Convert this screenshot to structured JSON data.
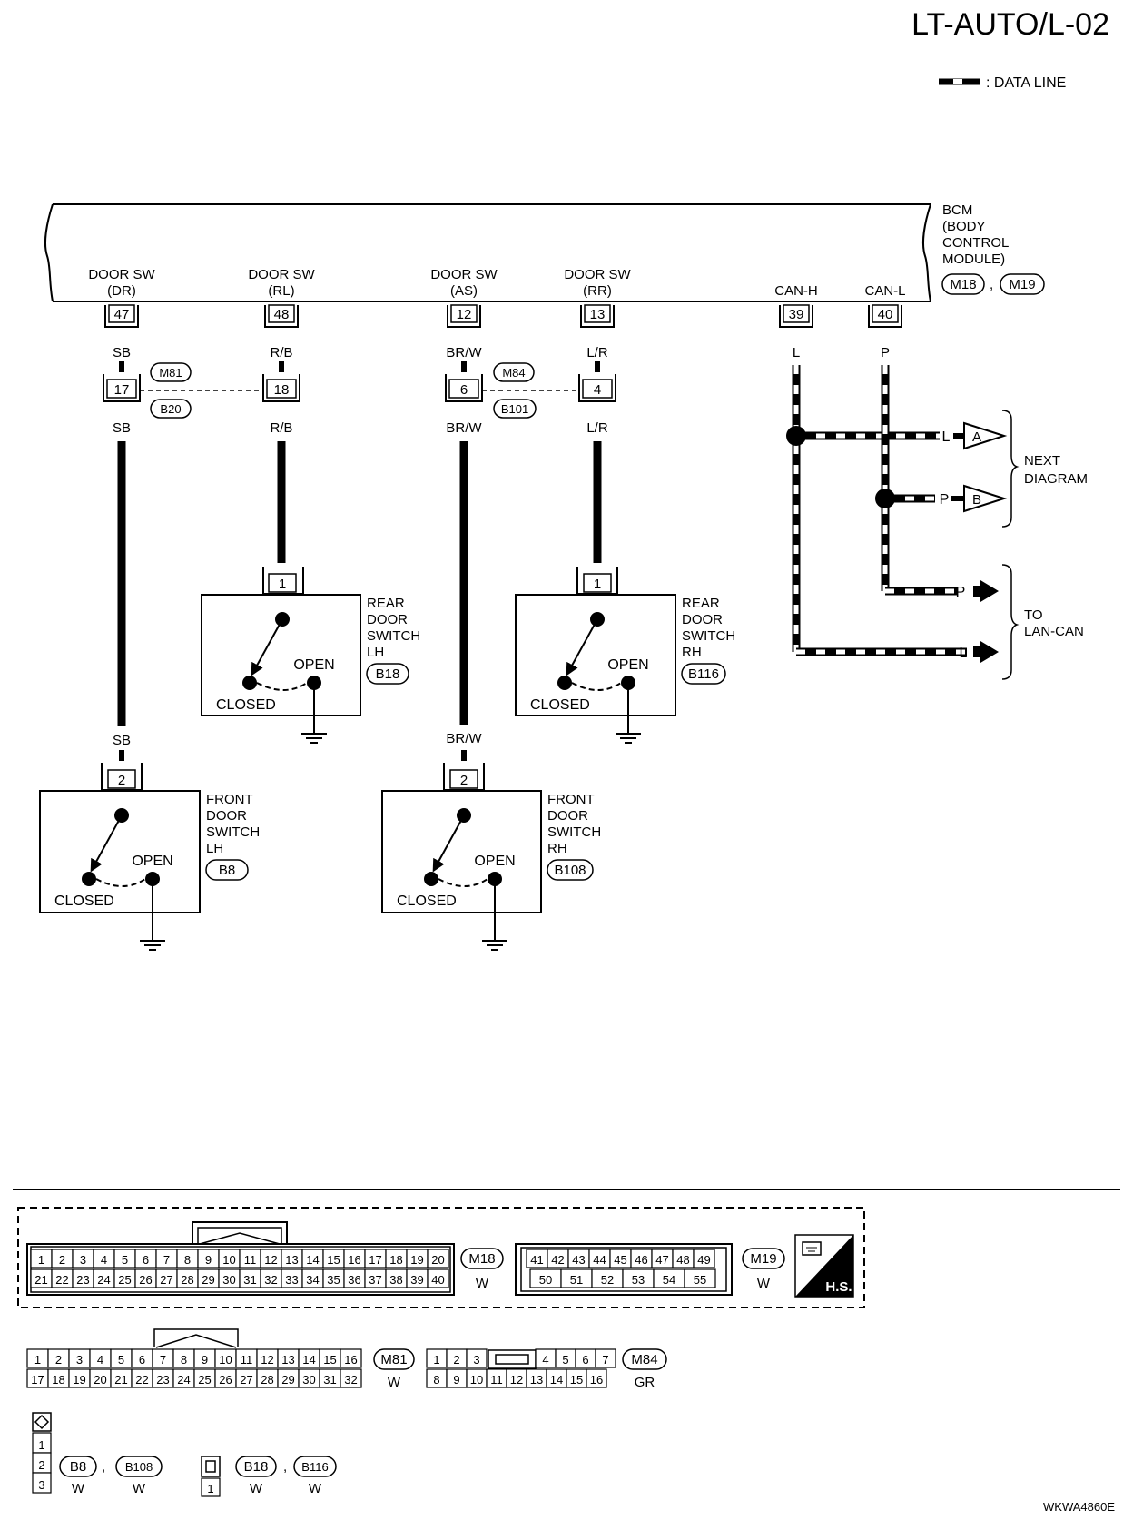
{
  "header": {
    "page_code": "LT-AUTO/L-02",
    "data_line_legend": ": DATA LINE"
  },
  "bcm": {
    "line1": "BCM",
    "line2": "(BODY",
    "line3": "CONTROL",
    "line4": "MODULE)",
    "conn_a": "M18",
    "conn_b": "M19",
    "comma": ","
  },
  "terminals": {
    "dr": {
      "label1": "DOOR SW",
      "label2": "(DR)",
      "pin": "47",
      "wire": "SB"
    },
    "rl": {
      "label1": "DOOR SW",
      "label2": "(RL)",
      "pin": "48",
      "wire": "R/B"
    },
    "as": {
      "label1": "DOOR SW",
      "label2": "(AS)",
      "pin": "12",
      "wire": "BR/W"
    },
    "rr": {
      "label1": "DOOR SW",
      "label2": "(RR)",
      "pin": "13",
      "wire": "L/R"
    },
    "canh": {
      "label": "CAN-H",
      "pin": "39",
      "wire": "L"
    },
    "canl": {
      "label": "CAN-L",
      "pin": "40",
      "wire": "P"
    }
  },
  "joints": {
    "left": {
      "pin_a": "17",
      "pin_b": "18",
      "conn_top": "M81",
      "conn_bot": "B20",
      "wire_a": "SB",
      "wire_b": "R/B"
    },
    "right": {
      "pin_a": "6",
      "pin_b": "4",
      "conn_top": "M84",
      "conn_bot": "B101",
      "wire_a": "BR/W",
      "wire_b": "L/R"
    }
  },
  "switches": {
    "rear_lh": {
      "pin": "1",
      "l1": "REAR",
      "l2": "DOOR",
      "l3": "SWITCH",
      "l4": "LH",
      "conn": "B18",
      "open": "OPEN",
      "closed": "CLOSED"
    },
    "rear_rh": {
      "pin": "1",
      "l1": "REAR",
      "l2": "DOOR",
      "l3": "SWITCH",
      "l4": "RH",
      "conn": "B116",
      "open": "OPEN",
      "closed": "CLOSED"
    },
    "front_lh": {
      "pin": "2",
      "wire": "SB",
      "l1": "FRONT",
      "l2": "DOOR",
      "l3": "SWITCH",
      "l4": "LH",
      "conn": "B8",
      "open": "OPEN",
      "closed": "CLOSED"
    },
    "front_rh": {
      "pin": "2",
      "wire": "BR/W",
      "l1": "FRONT",
      "l2": "DOOR",
      "l3": "SWITCH",
      "l4": "RH",
      "conn": "B108",
      "open": "OPEN",
      "closed": "CLOSED"
    }
  },
  "can": {
    "a_wire": "L",
    "a_label": "A",
    "b_wire": "P",
    "b_label": "B",
    "next_1": "NEXT",
    "next_2": "DIAGRAM",
    "lan_p": "P",
    "lan_l": "L",
    "to_1": "TO",
    "to_2": "LAN-CAN"
  },
  "connectors": {
    "m18": {
      "name": "M18",
      "color": "W",
      "row1": [
        "1",
        "2",
        "3",
        "4",
        "5",
        "6",
        "7",
        "8",
        "9",
        "10",
        "11",
        "12",
        "13",
        "14",
        "15",
        "16",
        "17",
        "18",
        "19",
        "20"
      ],
      "row2": [
        "21",
        "22",
        "23",
        "24",
        "25",
        "26",
        "27",
        "28",
        "29",
        "30",
        "31",
        "32",
        "33",
        "34",
        "35",
        "36",
        "37",
        "38",
        "39",
        "40"
      ]
    },
    "m19": {
      "name": "M19",
      "color": "W",
      "row1": [
        "41",
        "42",
        "43",
        "44",
        "45",
        "46",
        "47",
        "48",
        "49"
      ],
      "row2": [
        "50",
        "51",
        "52",
        "53",
        "54",
        "55"
      ]
    },
    "hs": "H.S.",
    "m81": {
      "name": "M81",
      "color": "W",
      "row1": [
        "1",
        "2",
        "3",
        "4",
        "5",
        "6",
        "7",
        "8",
        "9",
        "10",
        "11",
        "12",
        "13",
        "14",
        "15",
        "16"
      ],
      "row2": [
        "17",
        "18",
        "19",
        "20",
        "21",
        "22",
        "23",
        "24",
        "25",
        "26",
        "27",
        "28",
        "29",
        "30",
        "31",
        "32"
      ]
    },
    "m84": {
      "name": "M84",
      "color": "GR",
      "row1a": [
        "1",
        "2",
        "3"
      ],
      "row1b": [
        "4",
        "5",
        "6",
        "7"
      ],
      "row2": [
        "8",
        "9",
        "10",
        "11",
        "12",
        "13",
        "14",
        "15",
        "16"
      ]
    },
    "b8_pins": [
      "1",
      "2",
      "3"
    ],
    "b8": {
      "name": "B8",
      "color": "W"
    },
    "b108": {
      "name": "B108",
      "color": "W"
    },
    "b18_pins": [
      "1"
    ],
    "b18": {
      "name": "B18",
      "color": "W"
    },
    "b116": {
      "name": "B116",
      "color": "W"
    },
    "comma": ","
  },
  "footer": {
    "code": "WKWA4860E"
  }
}
